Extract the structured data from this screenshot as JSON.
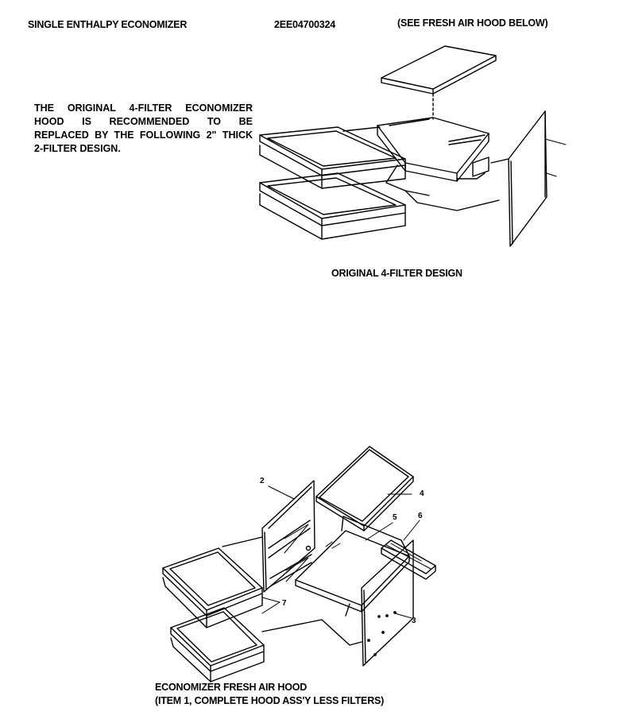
{
  "header": {
    "title": "SINGLE ENTHALPY ECONOMIZER",
    "part_number": "2EE04700324",
    "note": "(SEE FRESH AIR HOOD BELOW)"
  },
  "notice": {
    "line1": "THE ORIGINAL 4-FILTER ECONOMIZER",
    "line2": "HOOD IS RECOMMENDED TO BE",
    "line3": "REPLACED BY THE FOLLOWING 2\" THICK",
    "line4": "2-FILTER DESIGN."
  },
  "top_diagram": {
    "caption": "ORIGINAL 4-FILTER DESIGN"
  },
  "bottom_diagram": {
    "callouts": [
      "2",
      "4",
      "5",
      "6",
      "7",
      "3"
    ],
    "caption_line1": "ECONOMIZER FRESH AIR HOOD",
    "caption_line2": "(ITEM 1, COMPLETE HOOD ASS'Y LESS FILTERS)"
  }
}
